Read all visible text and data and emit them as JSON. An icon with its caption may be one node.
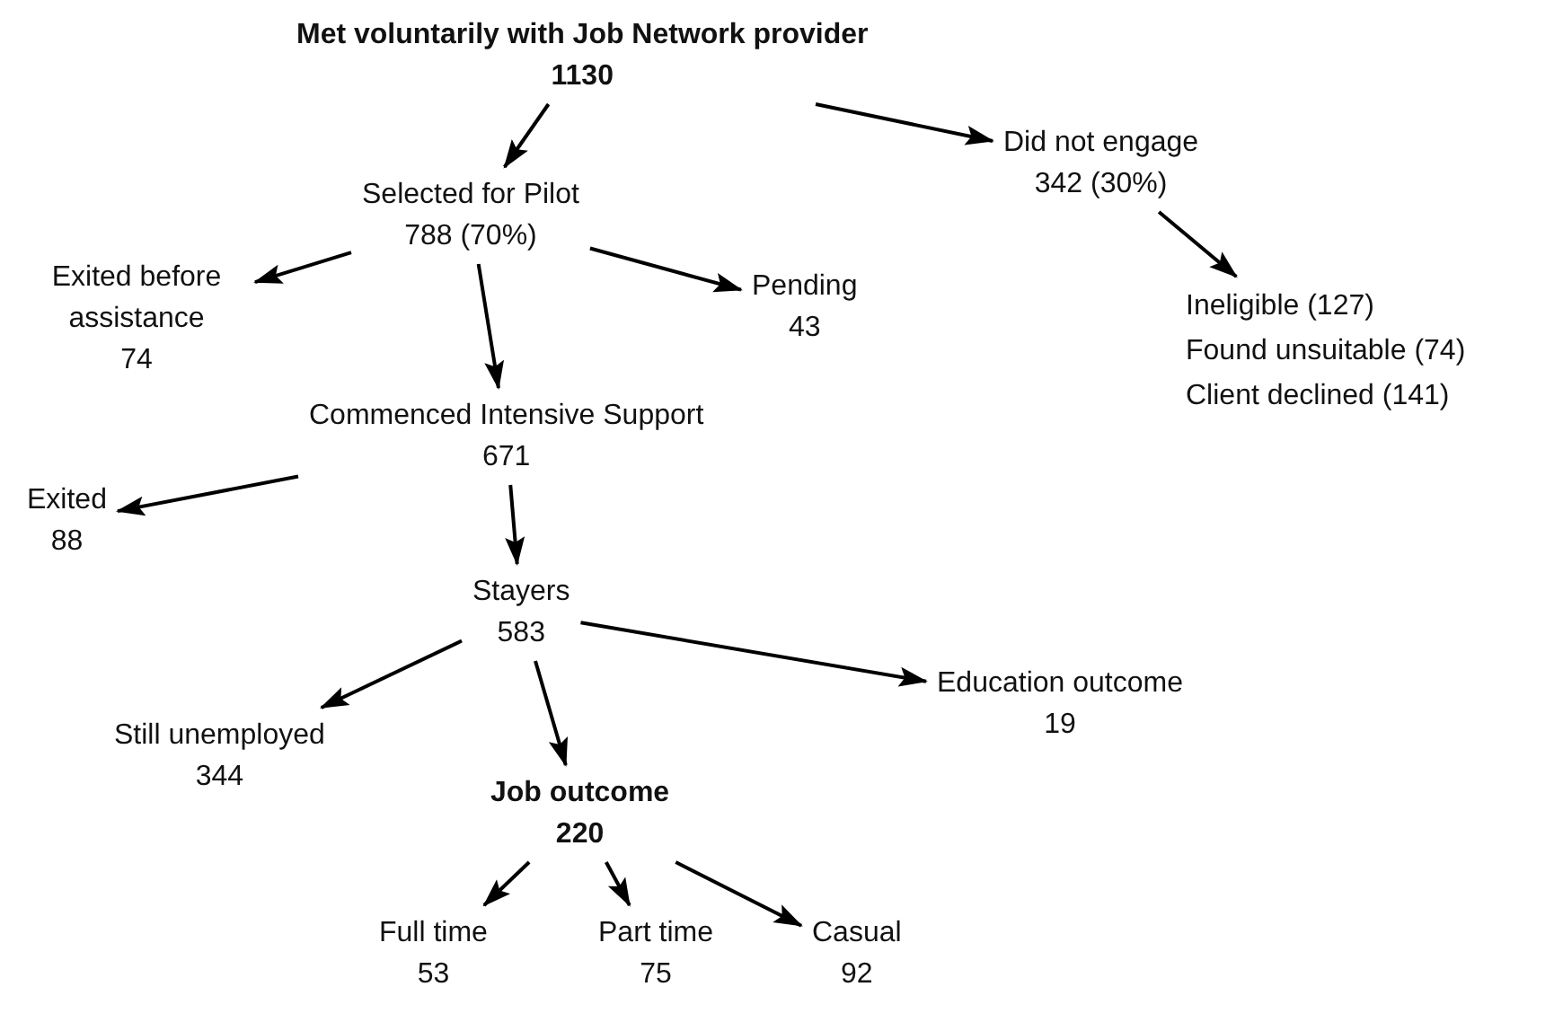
{
  "diagram": {
    "nodes": [
      {
        "text": [
          "Met voluntarily with Job Network provider",
          "1130"
        ]
      },
      {
        "text": [
          "Selected for Pilot",
          "788 (70%)"
        ]
      },
      {
        "text": [
          "Did not engage",
          "342 (30%)"
        ]
      },
      {
        "text": [
          "Exited before assistance",
          "74"
        ]
      },
      {
        "text": [
          "Pending",
          "43"
        ]
      },
      {
        "text": [
          "Ineligible (127)",
          "Found unsuitable (74)",
          "Client declined (141)"
        ]
      },
      {
        "text": [
          "Commenced Intensive Support",
          "671"
        ]
      },
      {
        "text": [
          "Exited",
          "88"
        ]
      },
      {
        "text": [
          "Stayers",
          "583"
        ]
      },
      {
        "text": [
          "Still unemployed",
          "344"
        ]
      },
      {
        "text": [
          "Education outcome",
          "19"
        ]
      },
      {
        "text": [
          "Job outcome",
          "220"
        ]
      },
      {
        "text": [
          "Full time",
          "53"
        ]
      },
      {
        "text": [
          "Part time",
          "75"
        ]
      },
      {
        "text": [
          "Casual",
          "92"
        ]
      }
    ],
    "edges": [
      {
        "from": 0,
        "to": 1,
        "arrow": "to"
      },
      {
        "from": 0,
        "to": 2,
        "arrow": "to"
      },
      {
        "from": 1,
        "to": 3,
        "arrow": "to"
      },
      {
        "from": 1,
        "to": 6,
        "arrow": "to"
      },
      {
        "from": 1,
        "to": 4,
        "arrow": "to"
      },
      {
        "from": 2,
        "to": 5,
        "arrow": "to"
      },
      {
        "from": 6,
        "to": 7,
        "arrow": "to"
      },
      {
        "from": 6,
        "to": 8,
        "arrow": "to"
      },
      {
        "from": 8,
        "to": 9,
        "arrow": "to"
      },
      {
        "from": 8,
        "to": 11,
        "arrow": "to"
      },
      {
        "from": 8,
        "to": 10,
        "arrow": "to"
      },
      {
        "from": 11,
        "to": 12,
        "arrow": "to"
      },
      {
        "from": 11,
        "to": 13,
        "arrow": "to"
      },
      {
        "from": 11,
        "to": 14,
        "arrow": "to"
      }
    ]
  }
}
